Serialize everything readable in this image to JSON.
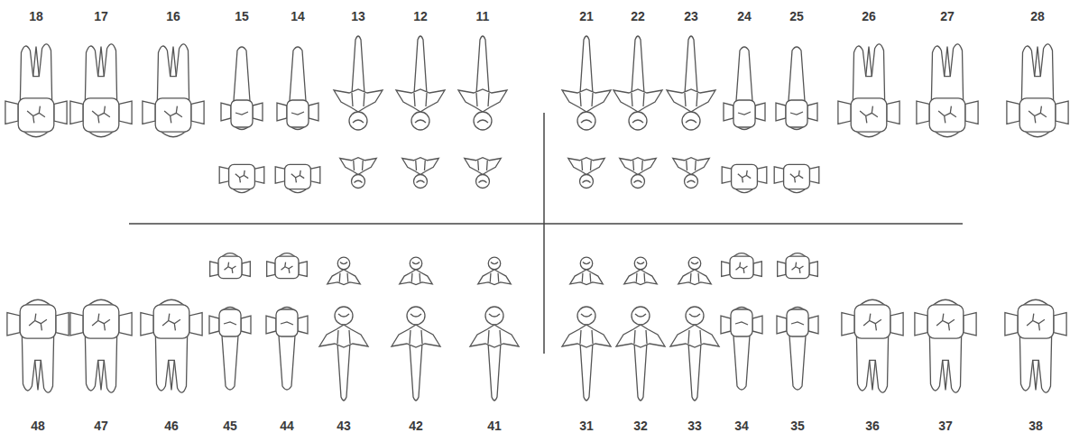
{
  "diagram": {
    "labels": [
      "18",
      "17",
      "16",
      "15",
      "14",
      "13",
      "12",
      "11",
      "21",
      "22",
      "23",
      "24",
      "25",
      "26",
      "27",
      "28",
      "48",
      "47",
      "46",
      "45",
      "44",
      "43",
      "42",
      "41",
      "31",
      "32",
      "33",
      "34",
      "35",
      "36",
      "37",
      "38"
    ]
  }
}
